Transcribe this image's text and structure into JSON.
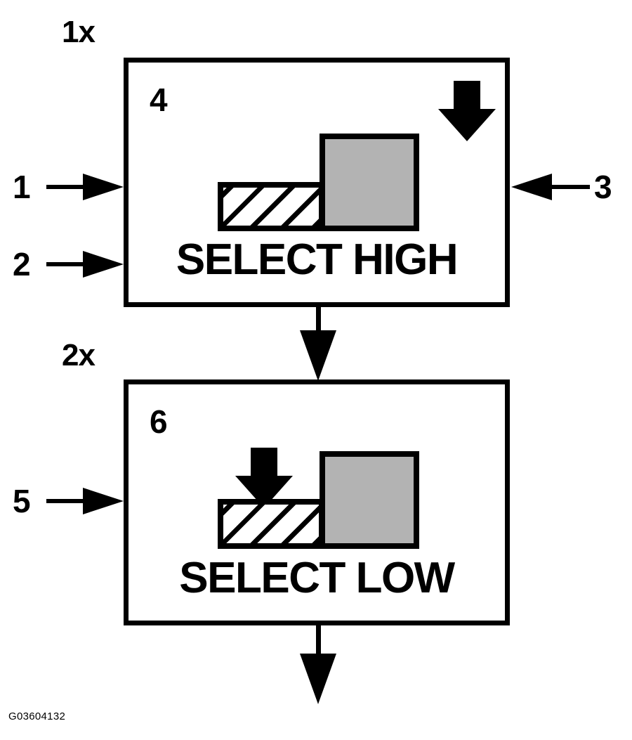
{
  "figure": {
    "id_code": "G03604132",
    "background_color": "#ffffff",
    "line_color": "#000000",
    "gray_block_color": "#b3b3b3"
  },
  "multipliers": [
    {
      "label": "1x"
    },
    {
      "label": "2x"
    }
  ],
  "steps": [
    {
      "number": "4",
      "caption": "SELECT HIGH",
      "icon": {
        "press_arrow_target": "gray-block",
        "blocks": [
          {
            "kind": "hatched",
            "position": "left",
            "level": "low"
          },
          {
            "kind": "gray",
            "position": "right",
            "level": "high"
          }
        ]
      }
    },
    {
      "number": "6",
      "caption": "SELECT LOW",
      "icon": {
        "press_arrow_target": "hatched-block",
        "blocks": [
          {
            "kind": "hatched",
            "position": "left",
            "level": "low"
          },
          {
            "kind": "gray",
            "position": "right",
            "level": "high"
          }
        ]
      }
    }
  ],
  "callouts": [
    {
      "label": "1",
      "side": "left",
      "points_to": "step-1-box"
    },
    {
      "label": "2",
      "side": "left",
      "points_to": "step-1-box"
    },
    {
      "label": "3",
      "side": "right",
      "points_to": "step-1-box"
    },
    {
      "label": "5",
      "side": "left",
      "points_to": "step-2-box"
    }
  ],
  "flow_arrows": [
    {
      "from": "step-1-box",
      "to": "step-2-box"
    },
    {
      "from": "step-2-box",
      "to": "next"
    }
  ]
}
